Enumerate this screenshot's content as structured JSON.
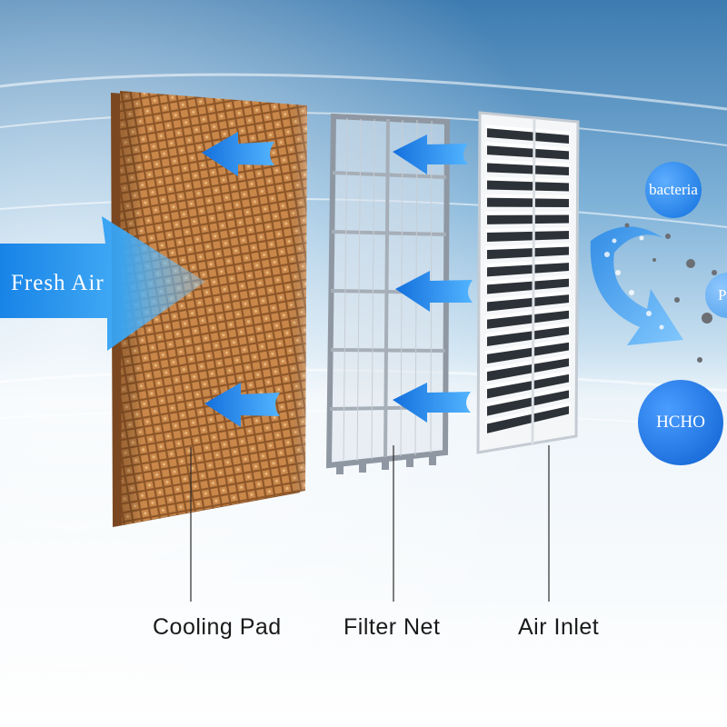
{
  "labels": {
    "cooling_pad": "Cooling Pad",
    "filter_net": "Filter Net",
    "air_inlet": "Air Inlet",
    "fresh_air": "Fresh Air"
  },
  "pollutants": {
    "bacteria": "bacteria",
    "partial": "P",
    "hcho": "HCHO"
  },
  "colors": {
    "sky_top": "#3f7fb3",
    "sky_mid": "#a9cde6",
    "floor": "#eef4f9",
    "pad": "#c8874a",
    "pad_dark": "#8a5526",
    "arrow_blue": "#1f8ee8",
    "bubble_blue": "#1877e0",
    "filter_frame": "#9aa3ad"
  }
}
